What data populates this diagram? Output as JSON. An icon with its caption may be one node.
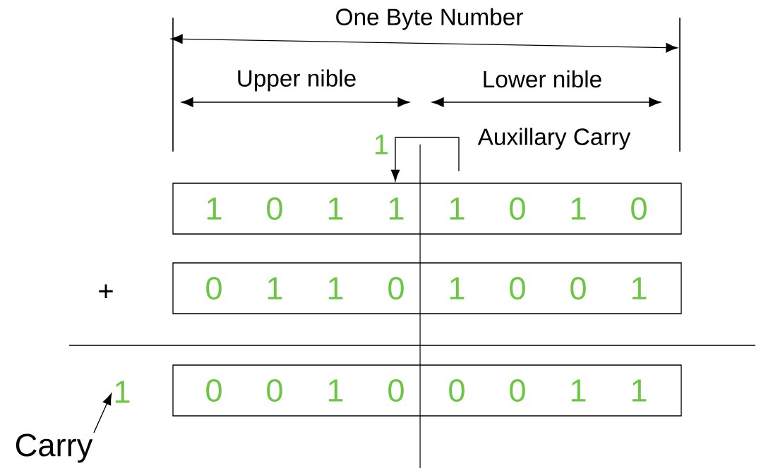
{
  "diagram": {
    "nodes": [
      {
        "text": [
          "1",
          "0",
          "1",
          "1",
          "1",
          "0",
          "1",
          "0"
        ]
      },
      {
        "text": [
          "0",
          "1",
          "1",
          "0",
          "1",
          "0",
          "0",
          "1"
        ]
      },
      {
        "text": [
          "0",
          "0",
          "1",
          "0",
          "0",
          "0",
          "1",
          "1"
        ]
      },
      {
        "text": [
          "1"
        ]
      },
      {
        "text": [
          "Carry"
        ]
      }
    ],
    "edges": [
      {
        "from": null,
        "to": 0,
        "arrow": "to"
      },
      {
        "from": 4,
        "to": 3,
        "arrow": "to"
      }
    ],
    "labels": [
      "One Byte Number",
      "Upper nible",
      "Lower nible",
      "1",
      "Auxillary Carry",
      "+"
    ]
  }
}
